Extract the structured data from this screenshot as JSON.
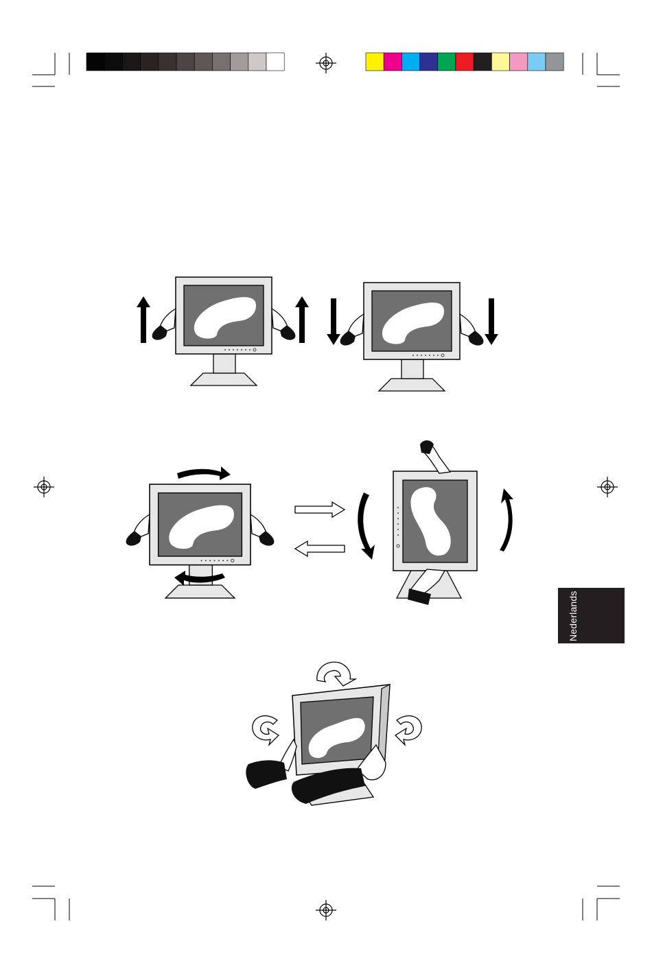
{
  "language_tab": {
    "label": "Nederlands",
    "background": "#231f20",
    "text_color": "#ffffff"
  },
  "color_bars": {
    "grayscale": [
      "#050505",
      "#0e0d0d",
      "#1b1716",
      "#2a2322",
      "#3a3230",
      "#4c4543",
      "#605755",
      "#77706e",
      "#a39b99",
      "#cfc8c7",
      "#ffffff"
    ],
    "process": [
      "#fff200",
      "#ec008c",
      "#00aeef",
      "#2e3192",
      "#00a651",
      "#ed1c24",
      "#231f20",
      "#fff799",
      "#f49ac1",
      "#7accf4",
      "#939598"
    ]
  },
  "figures": [
    {
      "name": "height-adjustment",
      "icons": [
        "up-arrow-icon",
        "up-arrow-icon",
        "down-arrow-icon",
        "down-arrow-icon"
      ]
    },
    {
      "name": "pivot-rotation",
      "icons": [
        "rotate-arrow-icon",
        "right-arrow-icon",
        "left-arrow-icon",
        "rotate-arrow-icon"
      ]
    },
    {
      "name": "tilt-swivel",
      "icons": [
        "circular-arrow-icon",
        "circular-arrow-icon",
        "circular-arrow-icon"
      ]
    }
  ],
  "colors": {
    "bezel": "#e7e7e7",
    "screen": "#707070",
    "outline": "#000000"
  }
}
